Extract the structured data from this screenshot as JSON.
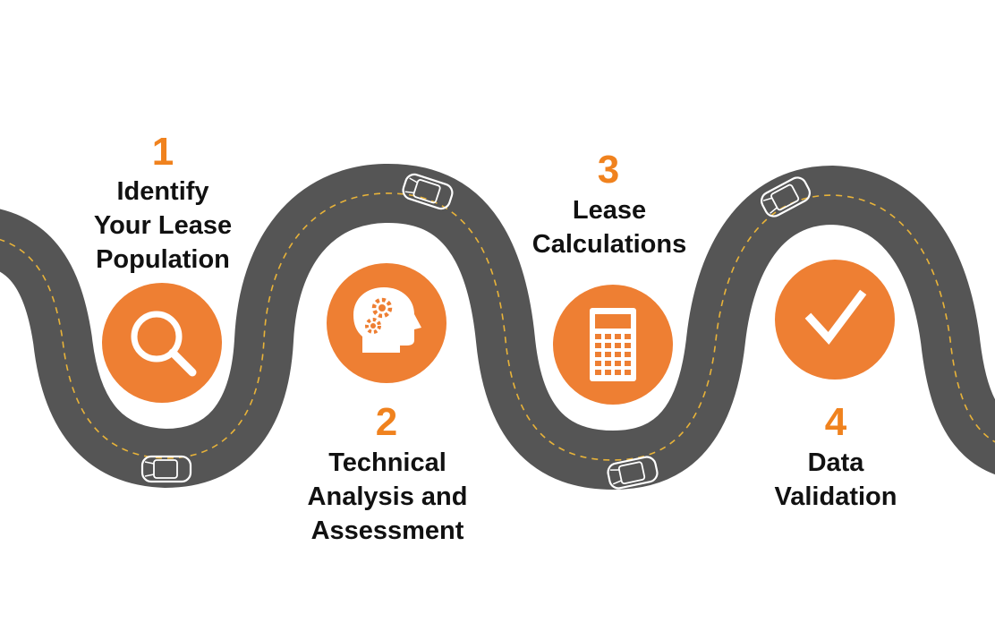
{
  "colors": {
    "accent": "#ee7f33",
    "number": "#f0821e",
    "road": "#555555",
    "lane_marking": "#e8b339",
    "text": "#111111"
  },
  "steps": [
    {
      "number": "1",
      "lines": [
        "Identify",
        "Your Lease",
        "Population"
      ],
      "icon": "magnifier-icon"
    },
    {
      "number": "2",
      "lines": [
        "Technical",
        "Analysis and",
        "Assessment"
      ],
      "icon": "head-gears-icon"
    },
    {
      "number": "3",
      "lines": [
        "Lease",
        "Calculations"
      ],
      "icon": "calculator-icon"
    },
    {
      "number": "4",
      "lines": [
        "Data",
        "Validation"
      ],
      "icon": "checkmark-icon"
    }
  ]
}
